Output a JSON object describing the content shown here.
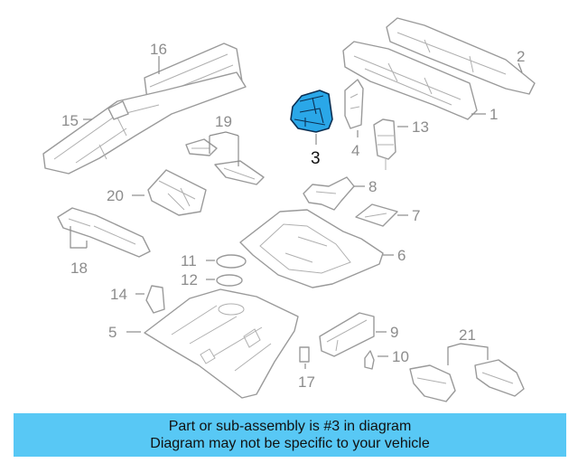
{
  "callouts": {
    "c1": "1",
    "c2": "2",
    "c3": "3",
    "c4": "4",
    "c5": "5",
    "c6": "6",
    "c7": "7",
    "c8": "8",
    "c9": "9",
    "c10": "10",
    "c11": "11",
    "c12": "12",
    "c13": "13",
    "c14": "14",
    "c15": "15",
    "c16": "16",
    "c17": "17",
    "c18": "18",
    "c19": "19",
    "c20": "20",
    "c21": "21"
  },
  "highlighted_part": "3",
  "colors": {
    "highlight": "#2aa7e8",
    "banner": "#58c8f5",
    "linework": "#9a9a9a"
  },
  "banner": {
    "line1": "Part or sub-assembly is #3 in diagram",
    "line2": "Diagram may not be specific to your vehicle"
  }
}
